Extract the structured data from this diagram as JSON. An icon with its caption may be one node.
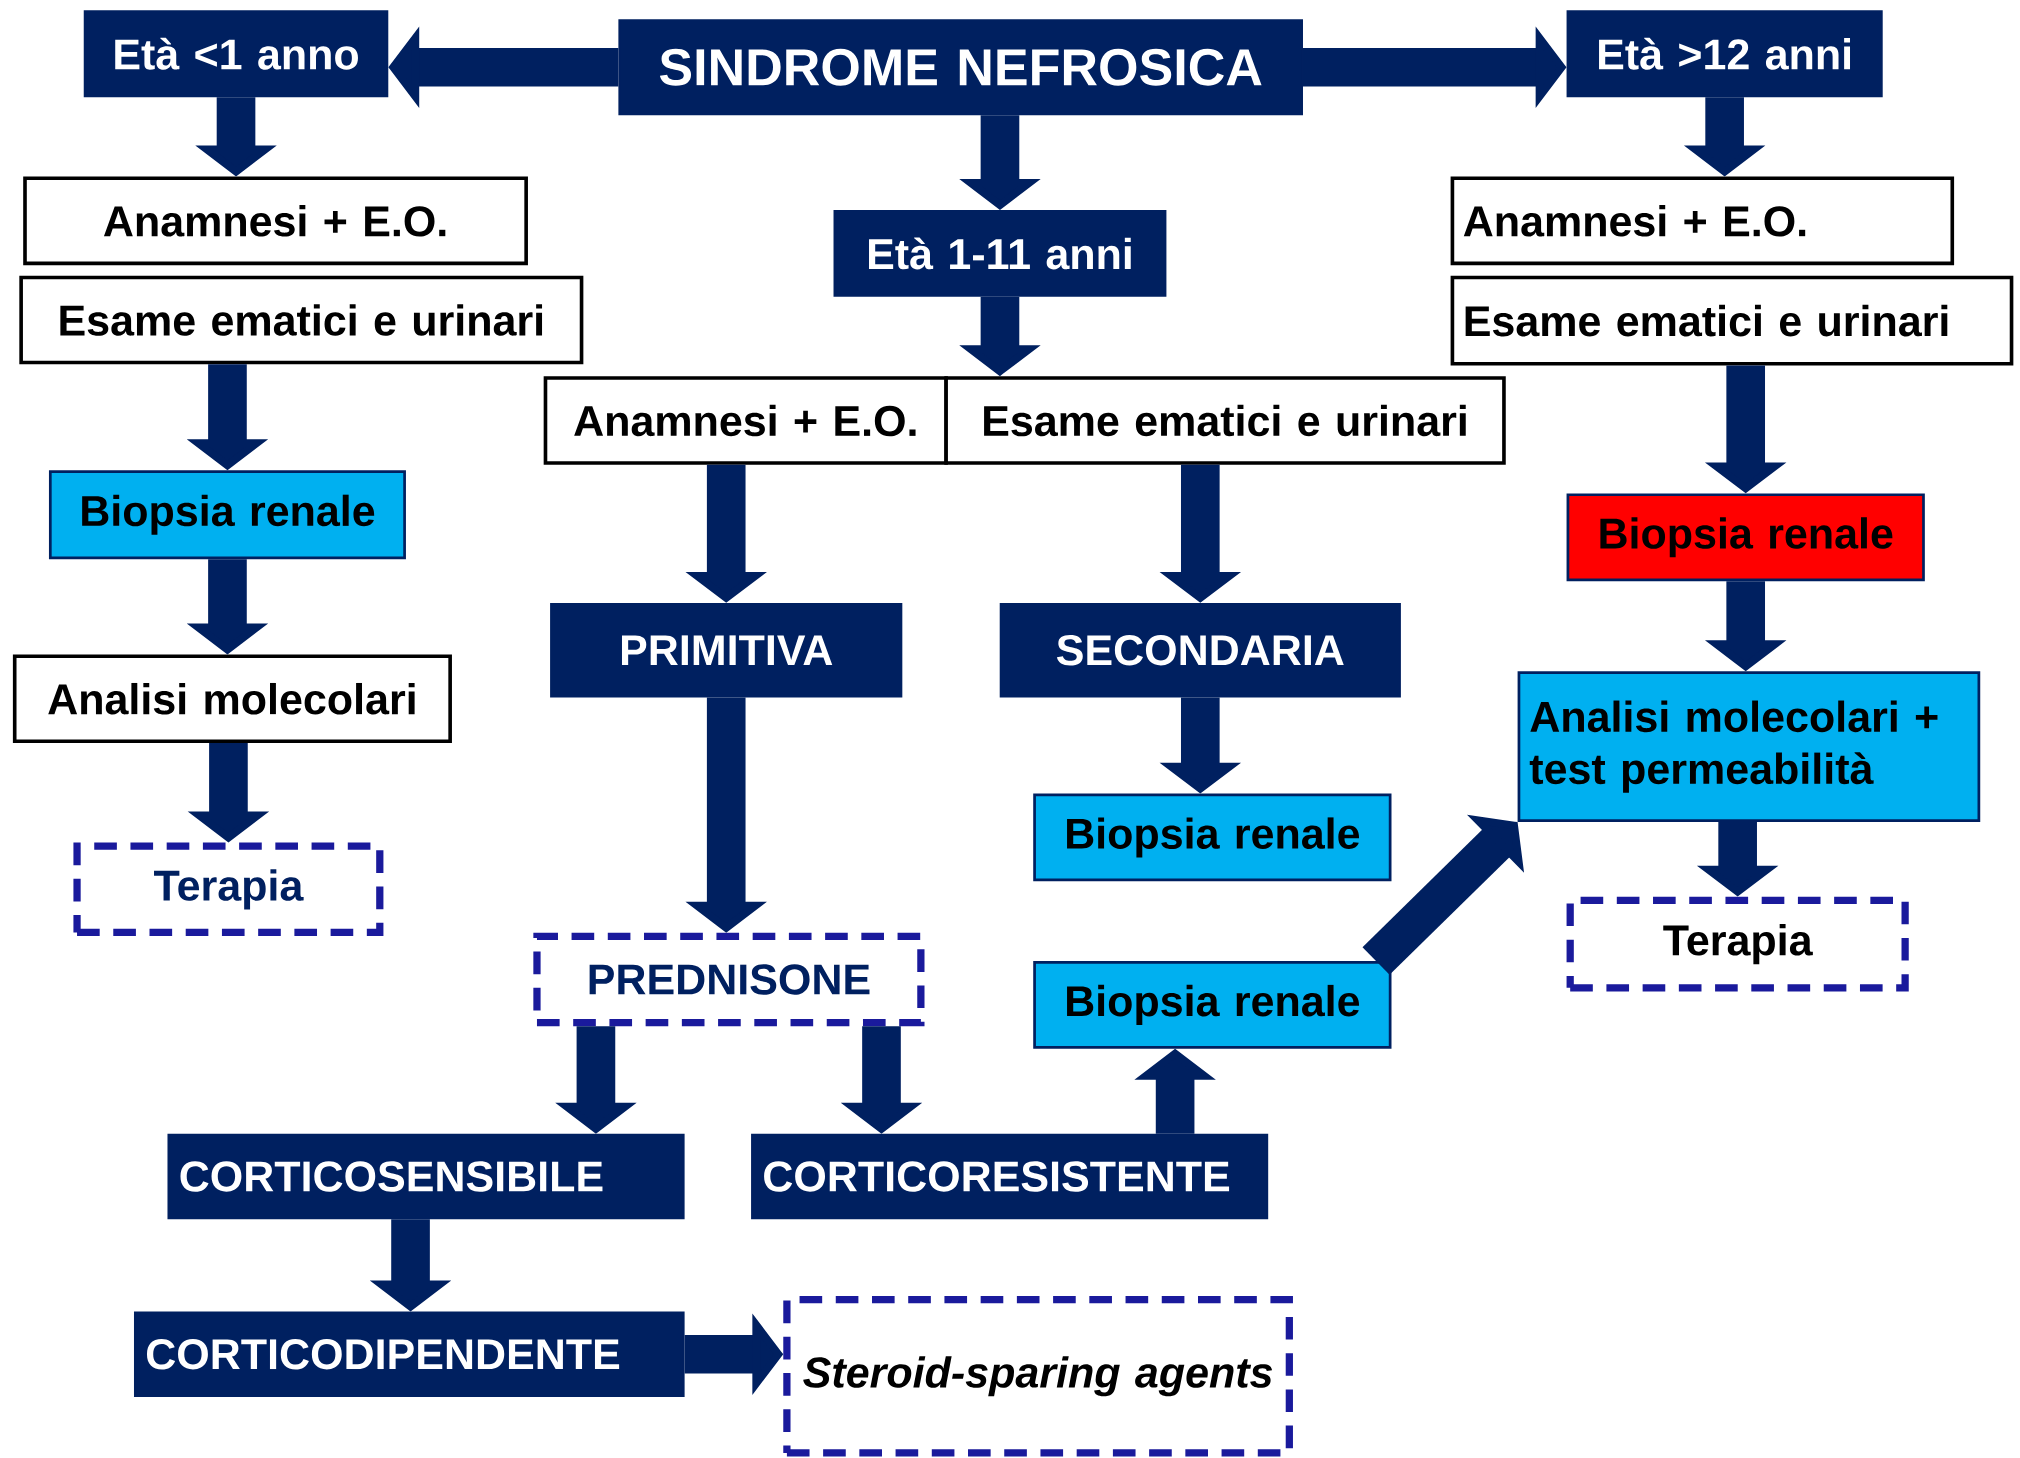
{
  "diagram": {
    "nodes": [
      {
        "text": [
          "SINDROME NEFROSICA"
        ]
      },
      {
        "text": [
          "Età <1 anno"
        ]
      },
      {
        "text": [
          "Età >12 anni"
        ]
      },
      {
        "text": [
          "Età 1-11 anni"
        ]
      },
      {
        "text": [
          "Anamnesi + E.O."
        ]
      },
      {
        "text": [
          "Esame ematici e urinari"
        ]
      },
      {
        "text": [
          "Biopsia renale"
        ]
      },
      {
        "text": [
          "Analisi molecolari"
        ]
      },
      {
        "text": [
          "Terapia"
        ]
      },
      {
        "text": [
          "Anamnesi + E.O."
        ]
      },
      {
        "text": [
          "Esame ematici e urinari"
        ]
      },
      {
        "text": [
          "PRIMITIVA"
        ]
      },
      {
        "text": [
          "SECONDARIA"
        ]
      },
      {
        "text": [
          "Biopsia renale"
        ]
      },
      {
        "text": [
          "PREDNISONE"
        ]
      },
      {
        "text": [
          "Biopsia renale"
        ]
      },
      {
        "text": [
          "CORTICOSENSIBILE"
        ]
      },
      {
        "text": [
          "CORTICORESISTENTE"
        ]
      },
      {
        "text": [
          "CORTICODIPENDENTE"
        ]
      },
      {
        "text": [
          "Steroid-sparing agents"
        ]
      },
      {
        "text": [
          "Anamnesi + E.O."
        ]
      },
      {
        "text": [
          "Esame ematici e urinari"
        ]
      },
      {
        "text": [
          "Biopsia renale"
        ]
      },
      {
        "text": [
          "Analisi molecolari + test permeabilità"
        ]
      },
      {
        "text": [
          "Terapia"
        ]
      }
    ],
    "edges": [
      {
        "from": 0,
        "to": 1,
        "arrow": "to"
      },
      {
        "from": 0,
        "to": 2,
        "arrow": "to"
      },
      {
        "from": 0,
        "to": 3,
        "arrow": "to"
      },
      {
        "from": 1,
        "to": 4,
        "arrow": "to"
      },
      {
        "from": 5,
        "to": 6,
        "arrow": "to"
      },
      {
        "from": 6,
        "to": 7,
        "arrow": "to"
      },
      {
        "from": 7,
        "to": 8,
        "arrow": "to"
      },
      {
        "from": 3,
        "to": 10,
        "arrow": "to"
      },
      {
        "from": 9,
        "to": 11,
        "arrow": "to"
      },
      {
        "from": 10,
        "to": 12,
        "arrow": "to"
      },
      {
        "from": 11,
        "to": 14,
        "arrow": "to"
      },
      {
        "from": 12,
        "to": 13,
        "arrow": "to"
      },
      {
        "from": 14,
        "to": 16,
        "arrow": "to"
      },
      {
        "from": 14,
        "to": 17,
        "arrow": "to"
      },
      {
        "from": 17,
        "to": 15,
        "arrow": "to"
      },
      {
        "from": 15,
        "to": 23,
        "arrow": "to"
      },
      {
        "from": 16,
        "to": 18,
        "arrow": "to"
      },
      {
        "from": 18,
        "to": 19,
        "arrow": "to"
      },
      {
        "from": 2,
        "to": 20,
        "arrow": "to"
      },
      {
        "from": 21,
        "to": 22,
        "arrow": "to"
      },
      {
        "from": 22,
        "to": 23,
        "arrow": "to"
      },
      {
        "from": 23,
        "to": 24,
        "arrow": "to"
      }
    ]
  }
}
